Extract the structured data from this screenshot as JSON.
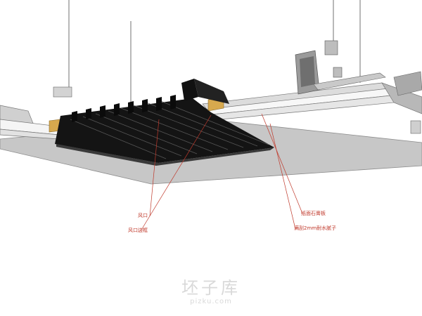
{
  "annotations": {
    "vent": "风口",
    "vent_frame": "风口边框",
    "gypsum_board": "纸面石膏板",
    "putty": "满刮2mm耐水腻子"
  },
  "watermark": {
    "main": "坯子库",
    "sub": "pizku.com"
  },
  "colors": {
    "annotation": "#c0392b",
    "ceiling_underside": "#c7c7c7",
    "vent_grille": "#111111",
    "wood_block": "#d7a94e"
  }
}
